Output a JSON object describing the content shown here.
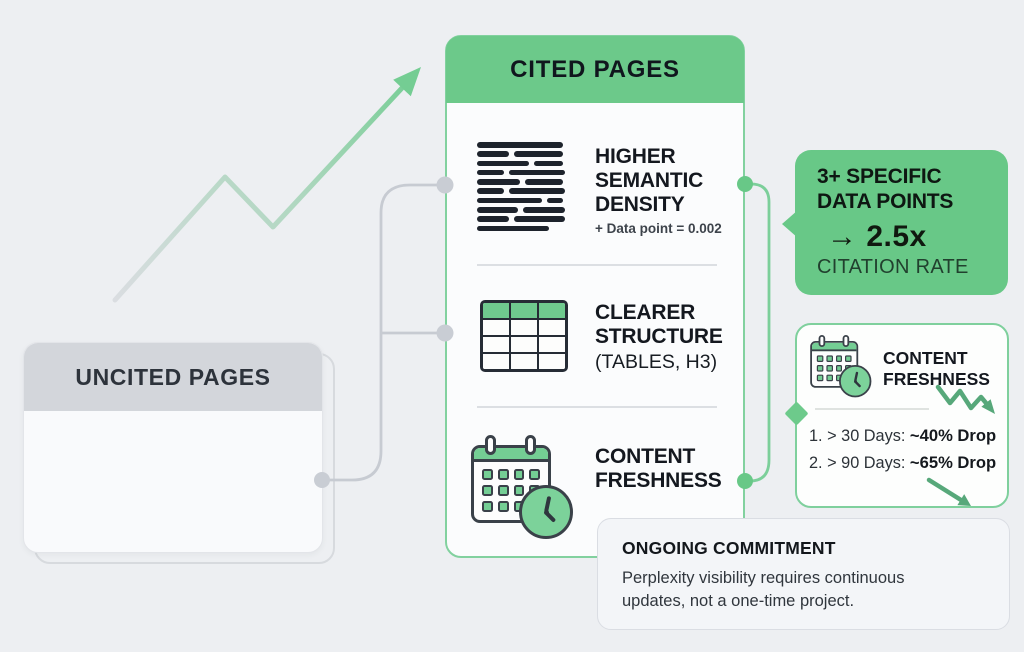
{
  "colors": {
    "accent_green": "#68c887",
    "header_green": "#6cc98a",
    "border_green": "#7fd09d",
    "connector_gray": "#c7cbd2",
    "uncited_header_gray": "#d3d6db",
    "text_dark": "#14181f",
    "background": "#edeff2"
  },
  "uncited_box": {
    "title": "UNCITED PAGES"
  },
  "cited_card": {
    "title": "CITED PAGES",
    "items": [
      {
        "icon": "text-lines-icon",
        "line1": "HIGHER",
        "line2": "SEMANTIC",
        "line3": "DENSITY",
        "subtitle": "+ Data point = 0.002"
      },
      {
        "icon": "table-icon",
        "line1": "CLEARER",
        "line2": "STRUCTURE",
        "subtitle": "(TABLES, H3)"
      },
      {
        "icon": "calendar-clock-icon",
        "line1": "CONTENT",
        "line2": "FRESHNESS"
      }
    ]
  },
  "data_points_callout": {
    "line1": "3+ SPECIFIC",
    "line2": "DATA POINTS",
    "highlight": "→ 2.5x",
    "line3": "CITATION RATE"
  },
  "freshness_callout": {
    "icon": "calendar-clock-icon",
    "trend_icon": "declining-trend-icon",
    "title_line1": "CONTENT",
    "title_line2": "FRESHNESS",
    "rows": [
      {
        "prefix": "1. > 30 Days: ",
        "value": "~40% Drop"
      },
      {
        "prefix": "2. > 90 Days: ",
        "value": "~65% Drop"
      }
    ]
  },
  "commitment_note": {
    "title": "ONGOING COMMITMENT",
    "body": "Perplexity visibility requires continuous updates, not a one-time project."
  }
}
